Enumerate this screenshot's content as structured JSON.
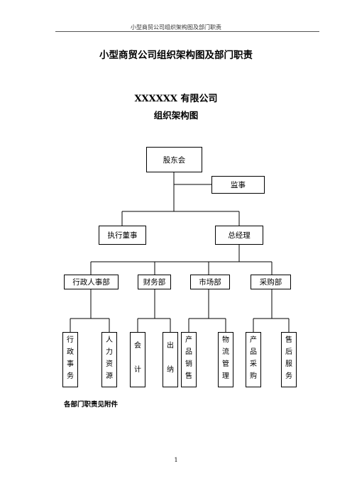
{
  "header": {
    "running_title": "小型商贸公司组织架构图及部门职责"
  },
  "document": {
    "title": "小型商贸公司组织架构图及部门职责",
    "company": "XXXXXX 有限公司",
    "subtitle": "组织架构图",
    "note": "各部门职责见附件",
    "page_number": "1"
  },
  "org": {
    "shareholders": "股东会",
    "supervisor": "监事",
    "executive_director": "执行董事",
    "general_manager": "总经理",
    "departments": [
      {
        "label": "行政人事部",
        "units": [
          [
            "行",
            "政",
            "事",
            "务"
          ],
          [
            "人",
            "力",
            "资",
            "源"
          ]
        ]
      },
      {
        "label": "财务部",
        "units": [
          [
            "会",
            "计"
          ],
          [
            "出",
            "纳"
          ]
        ]
      },
      {
        "label": "市场部",
        "units": [
          [
            "产",
            "品",
            "销",
            "售"
          ],
          [
            "物",
            "流",
            "管",
            "理"
          ]
        ]
      },
      {
        "label": "采购部",
        "units": [
          [
            "产",
            "品",
            "采",
            "购"
          ],
          [
            "售",
            "后",
            "服",
            "务"
          ]
        ]
      }
    ]
  }
}
